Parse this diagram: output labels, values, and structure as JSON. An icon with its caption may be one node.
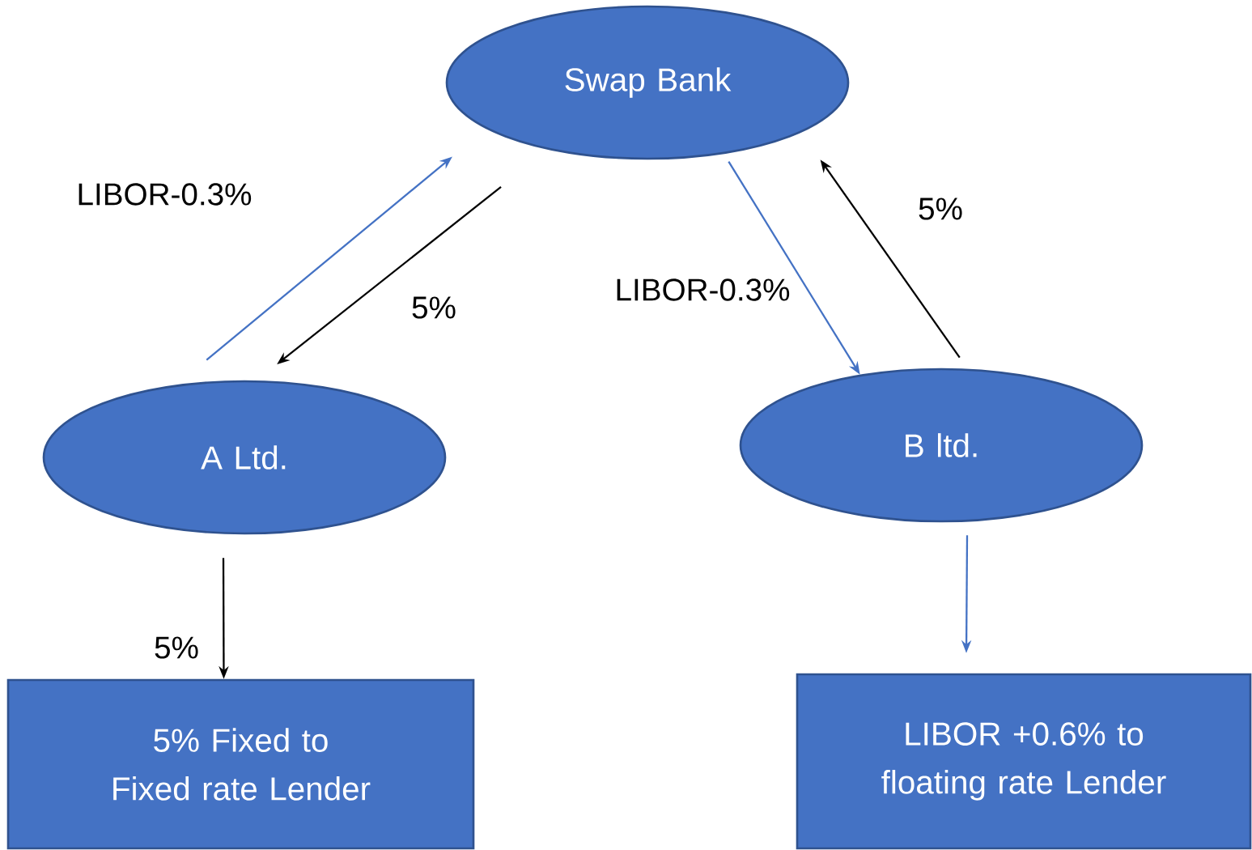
{
  "diagram": {
    "nodes": [
      {
        "text": [
          "Swap Bank"
        ]
      },
      {
        "text": [
          "A Ltd."
        ]
      },
      {
        "text": [
          "B ltd."
        ]
      },
      {
        "text": [
          "5% Fixed to Fixed rate Lender"
        ]
      },
      {
        "text": [
          "LIBOR +0.6% to floating rate Lender"
        ]
      }
    ],
    "edges": [
      {
        "from": 1,
        "to": 0,
        "arrow": "to",
        "label": "LIBOR-0.3%",
        "color": "#4472c4"
      },
      {
        "from": 0,
        "to": 1,
        "arrow": "to",
        "label": "5%",
        "color": "#000000"
      },
      {
        "from": 0,
        "to": 2,
        "arrow": "to",
        "label": "LIBOR-0.3%",
        "color": "#4472c4"
      },
      {
        "from": 2,
        "to": 0,
        "arrow": "to",
        "label": "5%",
        "color": "#000000"
      },
      {
        "from": 1,
        "to": 3,
        "arrow": "to",
        "label": "5%",
        "color": "#000000"
      },
      {
        "from": 2,
        "to": 4,
        "arrow": "to",
        "color": "#4472c4"
      }
    ]
  }
}
